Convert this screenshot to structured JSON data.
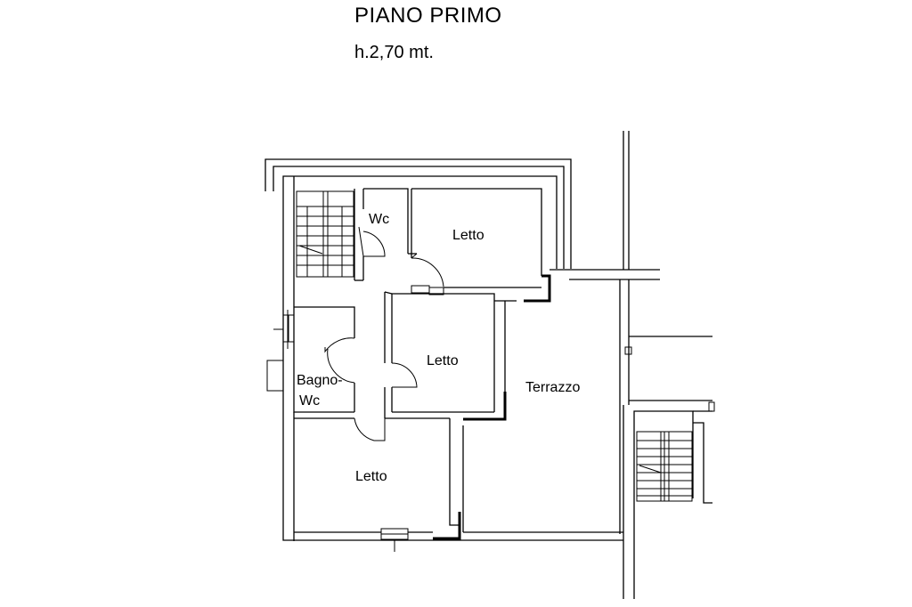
{
  "plan": {
    "title": "PIANO PRIMO",
    "height": "h.2,70 mt.",
    "rooms": {
      "wc": "Wc",
      "letto_top": "Letto",
      "letto_center": "Letto",
      "bagno_line1": "Bagno-",
      "bagno_line2": "Wc",
      "letto_bottom": "Letto",
      "terrazzo": "Terrazzo"
    }
  }
}
